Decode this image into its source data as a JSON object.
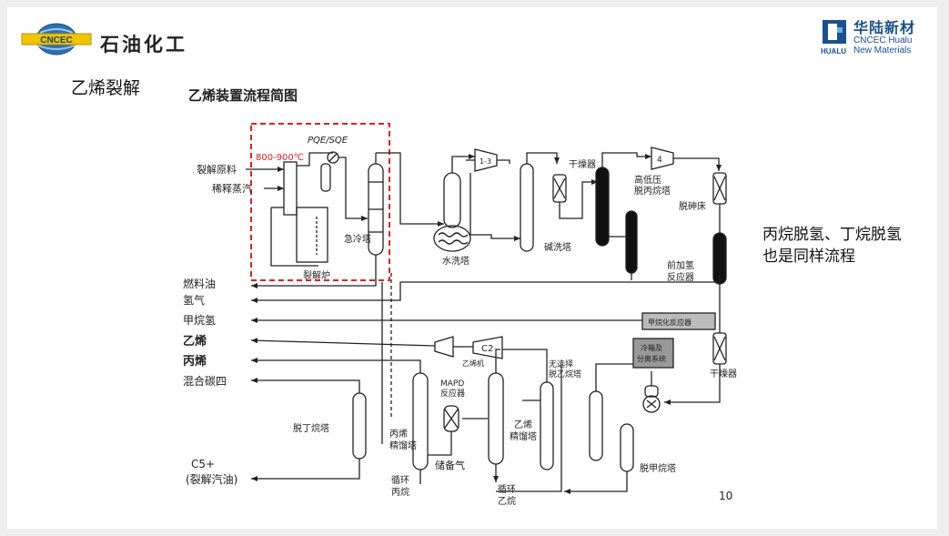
{
  "header": {
    "left_logo_text": "CNCEC",
    "company_cn": "石油化工",
    "right_logo_cn": "华陆新材",
    "right_logo_en1": "CNCEC Hualu",
    "right_logo_en2": "New Materials",
    "right_logo_mark": "HUALU"
  },
  "section_title": "乙烯裂解",
  "diagram": {
    "title": "乙烯装置流程简图",
    "inputs": [
      "裂解原料",
      "稀释蒸汽"
    ],
    "temperature": "800-900℃",
    "pqe_label": "PQE/SQE",
    "furnace_label": "裂解炉",
    "quench_tower": "急冷塔",
    "water_wash": "水洗塔",
    "compressor_1": "1-3",
    "caustic_wash": "碱洗塔",
    "dryer_top": "干燥器",
    "hp_lp_depropanizer": [
      "高低压",
      "脱丙烷塔"
    ],
    "compressor_4": "4",
    "deoxy_bed": "脱砷床",
    "front_hydrogenation": [
      "前加氢",
      "反应器"
    ],
    "dryer_right": "干燥器",
    "methanation": "甲烷化反应器",
    "cold_box": [
      "冷箱及",
      "分离系统"
    ],
    "demethanizer": "脱甲烷塔",
    "deethanizer": [
      "无选择",
      "脱乙烷塔"
    ],
    "ethylene_fractionator": [
      "乙烯",
      "精馏塔"
    ],
    "ethylene_compressor": "乙烯机",
    "c2_label": "C2",
    "mapd_reactor": [
      "MAPD",
      "反应器"
    ],
    "propylene_fractionator": [
      "丙烯",
      "精馏塔"
    ],
    "debutanizer": "脱丁烷塔",
    "storage_gas": "储备气",
    "recycle_propane": [
      "循环",
      "丙烷"
    ],
    "recycle_ethane": [
      "循环",
      "乙烷"
    ],
    "products": [
      "燃料油",
      "氢气",
      "甲烷氢",
      "乙烯",
      "丙烯",
      "混合碳四",
      "C5+",
      "(裂解汽油)"
    ],
    "page_number": "10"
  },
  "side_note": [
    "丙烷脱氢、丁烷脱氢",
    "也是同样流程"
  ],
  "colors": {
    "highlight_box": "#e02020",
    "temperature_text": "#e02020",
    "brand_blue": "#1b4f8f"
  }
}
